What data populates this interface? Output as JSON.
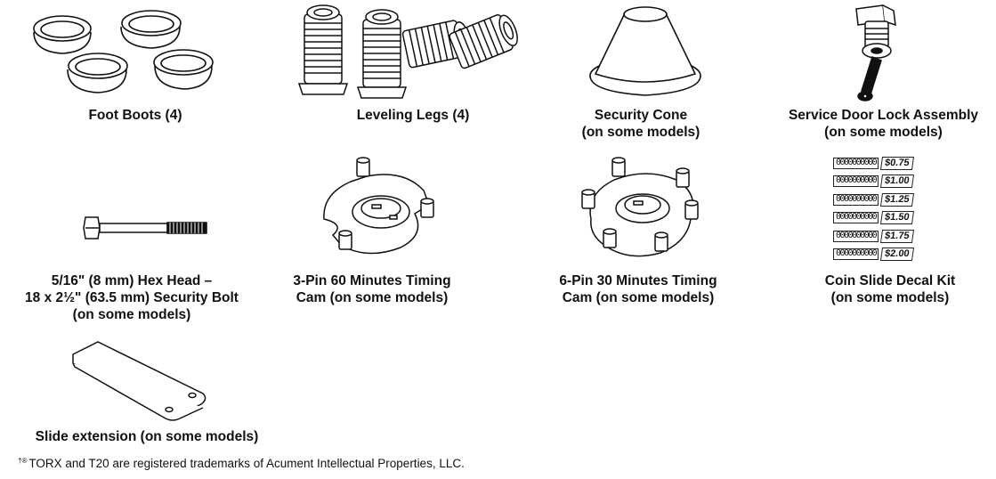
{
  "items": [
    {
      "lines": [
        "Foot Boots (4)"
      ],
      "icon": "foot-boots"
    },
    {
      "lines": [
        "Leveling Legs (4)"
      ],
      "icon": "leveling-legs"
    },
    {
      "lines": [
        "Security Cone",
        "(on some models)"
      ],
      "icon": "security-cone"
    },
    {
      "lines": [
        "Service Door Lock Assembly",
        "(on some models)"
      ],
      "icon": "door-lock"
    },
    {
      "lines": [
        "5/16\" (8 mm) Hex Head –",
        "18 x 2½\" (63.5 mm) Security Bolt",
        "(on some models)"
      ],
      "icon": "hex-bolt"
    },
    {
      "lines": [
        "3-Pin 60 Minutes Timing",
        "Cam (on some models)"
      ],
      "icon": "timing-cam-3pin"
    },
    {
      "lines": [
        "6-Pin 30 Minutes Timing",
        "Cam (on some models)"
      ],
      "icon": "timing-cam-6pin"
    },
    {
      "lines": [
        "Coin Slide Decal Kit",
        "(on some models)"
      ],
      "icon": "decal-kit"
    },
    {
      "lines": [
        "Slide extension (on some models)"
      ],
      "icon": "slide-extension"
    }
  ],
  "decals": [
    "$0.75",
    "$1.00",
    "$1.25",
    "$1.50",
    "$1.75",
    "$2.00"
  ],
  "decal_coil": "0000000000",
  "footnote": {
    "mark": "†®",
    "text": "TORX and T20 are registered trademarks of Acument Intellectual Properties, LLC."
  }
}
